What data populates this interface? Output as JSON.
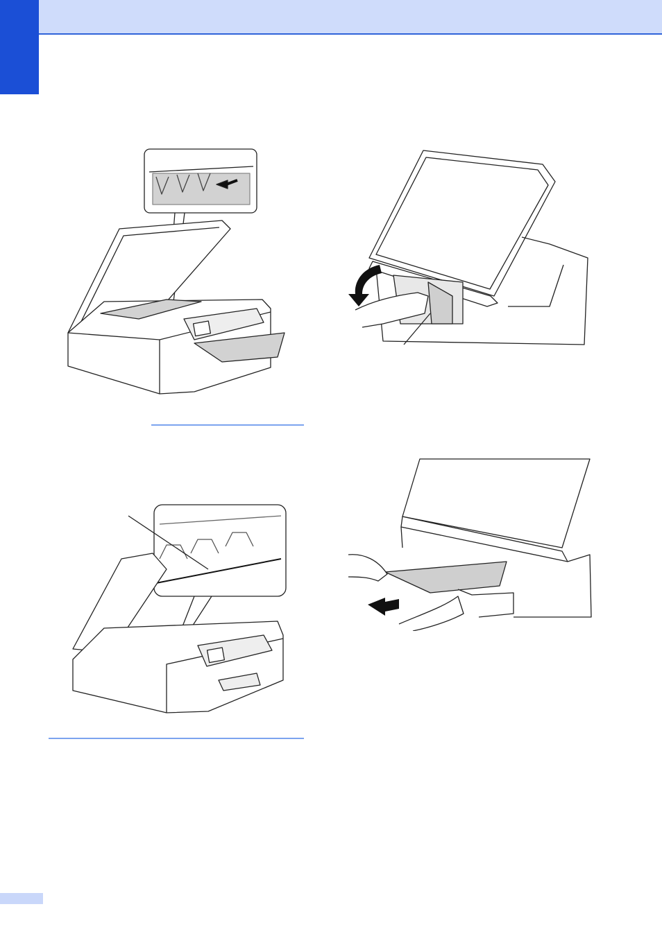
{
  "page": {
    "brand_color": "#1b4fd6",
    "header_color": "#cfdcfb",
    "rule_color": "#7ba3ef"
  },
  "figures": [
    {
      "name": "printer-open-jammed-paper-detail",
      "icon": "printer-illustration"
    },
    {
      "name": "printer-open-encoder-strip-detail",
      "icon": "printer-illustration"
    },
    {
      "name": "printer-jam-clear-cover-open",
      "icon": "printer-illustration"
    },
    {
      "name": "printer-paper-insert-front",
      "icon": "printer-illustration"
    }
  ]
}
